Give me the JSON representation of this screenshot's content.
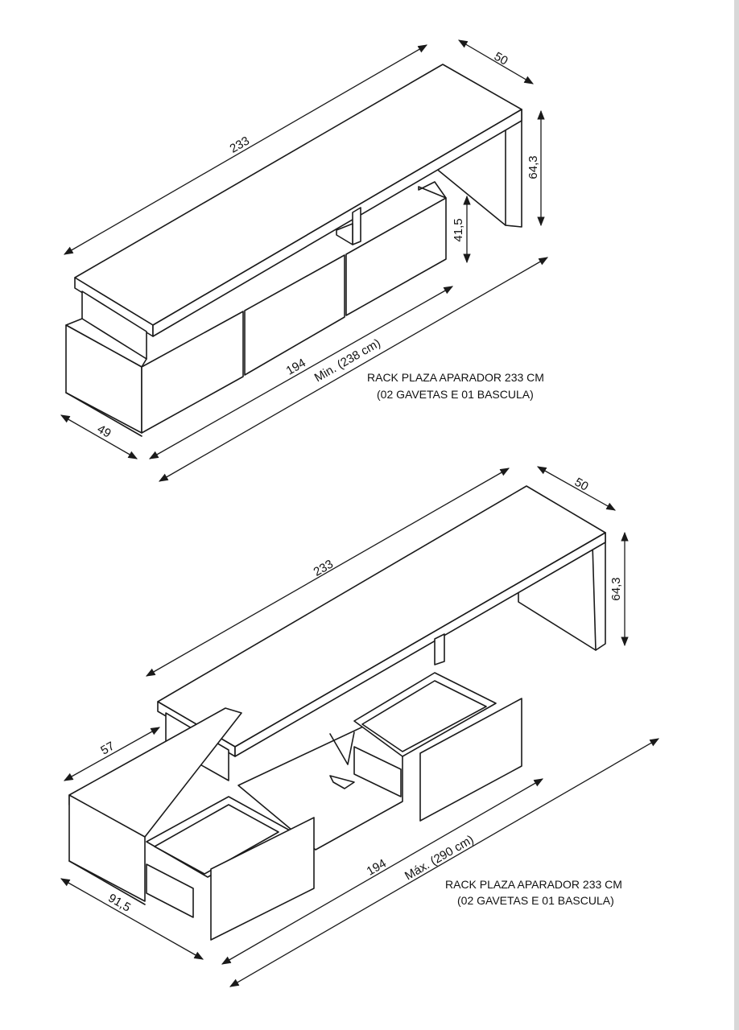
{
  "top_view": {
    "dim_length": "233",
    "dim_depth": "50",
    "dim_height": "64,3",
    "dim_inner_height": "41,5",
    "dim_base_depth": "49",
    "dim_base_length": "194",
    "dim_total": "Min. (238 cm)",
    "caption_line1": "RACK PLAZA APARADOR 233 CM",
    "caption_line2": "(02 GAVETAS E 01 BASCULA)"
  },
  "bottom_view": {
    "dim_length": "233",
    "dim_depth": "50",
    "dim_height": "64,3",
    "dim_open_depth": "57",
    "dim_base_depth": "91,5",
    "dim_base_length": "194",
    "dim_total": "Máx. (290 cm)",
    "caption_line1": "RACK PLAZA APARADOR 233 CM",
    "caption_line2": "(02 GAVETAS E 01 BASCULA)"
  },
  "colors": {
    "line": "#1a1a1a",
    "background": "#ffffff"
  }
}
